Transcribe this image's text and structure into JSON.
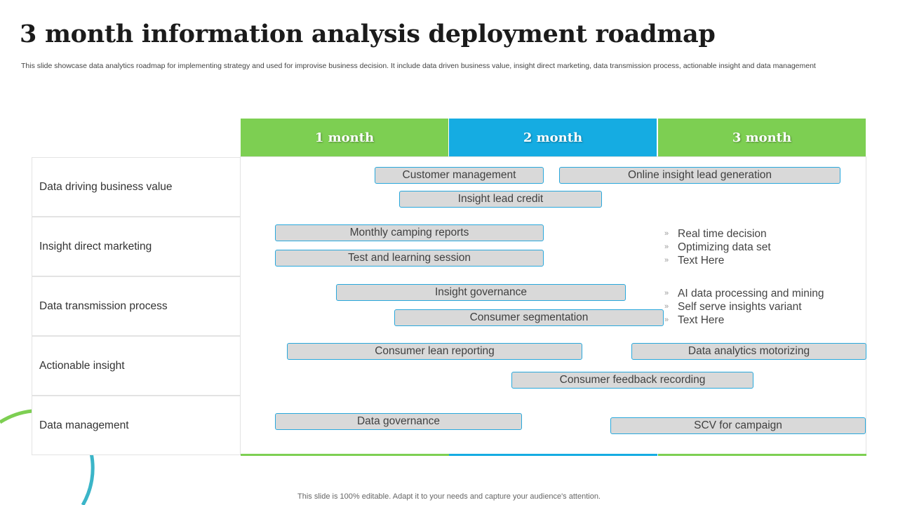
{
  "title": "3 month information analysis deployment roadmap",
  "subtitle": "This slide showcase data analytics roadmap for implementing strategy and used for improvise business decision. It include data driven business value, insight direct marketing, data transmission process, actionable insight and data management",
  "colors": {
    "green": "#7dcf52",
    "blue": "#15ace2",
    "task_fill": "#d9d9d9",
    "task_border": "#29a8dc"
  },
  "months": [
    "1 month",
    "2 month",
    "3 month"
  ],
  "rows": [
    "Data driving business value",
    "Insight direct marketing",
    "Data transmission process",
    "Actionable insight",
    "Data management"
  ],
  "tasks": [
    "Customer management",
    "Online insight lead generation",
    "Insight lead credit",
    "Monthly camping reports",
    "Test and learning session",
    "Insight governance",
    "Consumer segmentation",
    "Consumer lean reporting",
    "Data analytics motorizing",
    "Consumer feedback recording",
    "Data governance",
    "SCV for campaign"
  ],
  "bullets_marketing": [
    "Real time decision",
    "Optimizing data set",
    "Text Here"
  ],
  "bullets_transmission": [
    "AI data processing and mining",
    "Self serve insights variant",
    "Text Here"
  ],
  "footer": "This slide is 100% editable. Adapt it to your needs and capture your audience's attention."
}
